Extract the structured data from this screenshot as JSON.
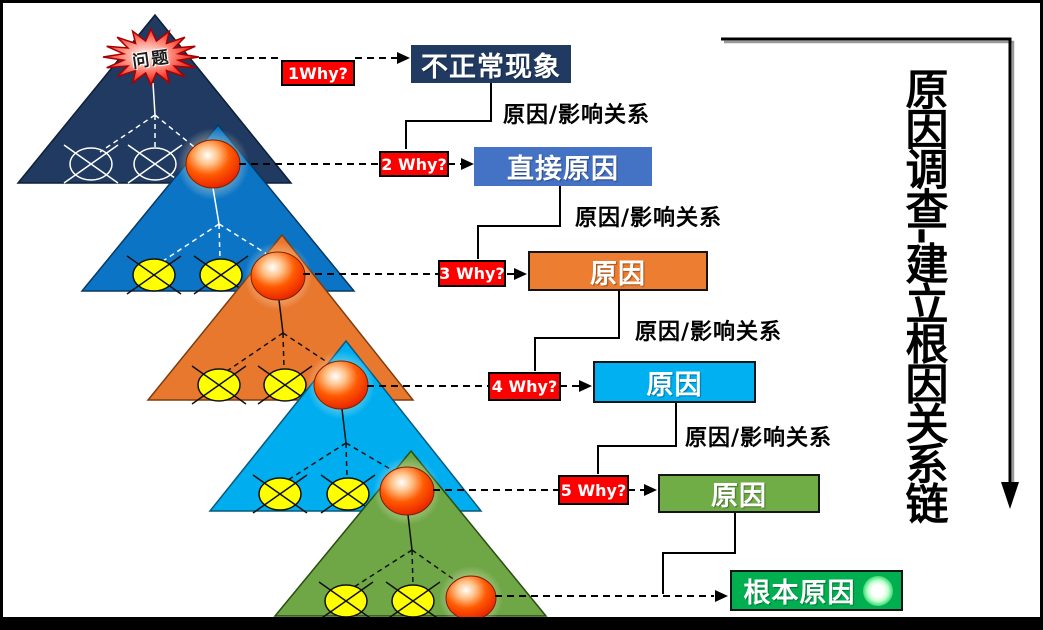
{
  "diagram": {
    "star_label": "问题",
    "vertical_title": "原因调查-建立根因关系链",
    "why_labels": [
      "1Why?",
      "2 Why?",
      "3 Why?",
      "4 Why?",
      "5 Why?"
    ],
    "result_boxes": {
      "abnormal": "不正常现象",
      "direct_cause": "直接原因",
      "cause3": "原因",
      "cause4": "原因",
      "cause5": "原因",
      "root_cause": "根本原因"
    },
    "relation_labels": [
      "原因/影响关系",
      "原因/影响关系",
      "原因/影响关系",
      "原因/影响关系"
    ],
    "colors": {
      "navy": "#203A62",
      "blue_triangle": "#0B74C5",
      "blue_box": "#4472C4",
      "orange": "#ED7D31",
      "cyan": "#00B0F0",
      "green": "#70AD47",
      "bright_green": "#00B050",
      "red": "#FE0000",
      "yellow": "#FFFF00"
    }
  }
}
